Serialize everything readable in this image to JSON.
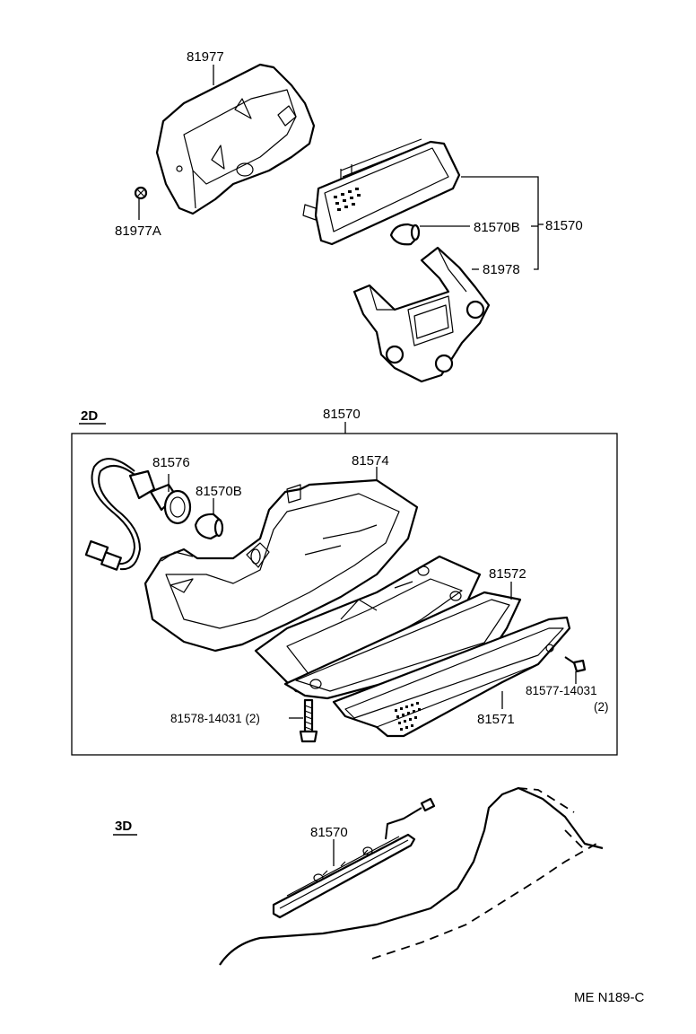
{
  "labels": {
    "cover": "81977",
    "cover_screw": "81977A",
    "bulb_top": "81570B",
    "assembly_top": "81570",
    "bracket": "81978",
    "assembly_2d": "81570",
    "socket": "81576",
    "bulb_2d": "81570B",
    "housing": "81574",
    "reflector": "81572",
    "lens": "81571",
    "screw_right": "81577-14031",
    "screw_right_qty": "(2)",
    "screw_left": "81578-14031 (2)",
    "assembly_3d": "81570"
  },
  "sections": {
    "s2d": "2D",
    "s3d": "3D"
  },
  "footer": {
    "code": "ME N189-C"
  }
}
